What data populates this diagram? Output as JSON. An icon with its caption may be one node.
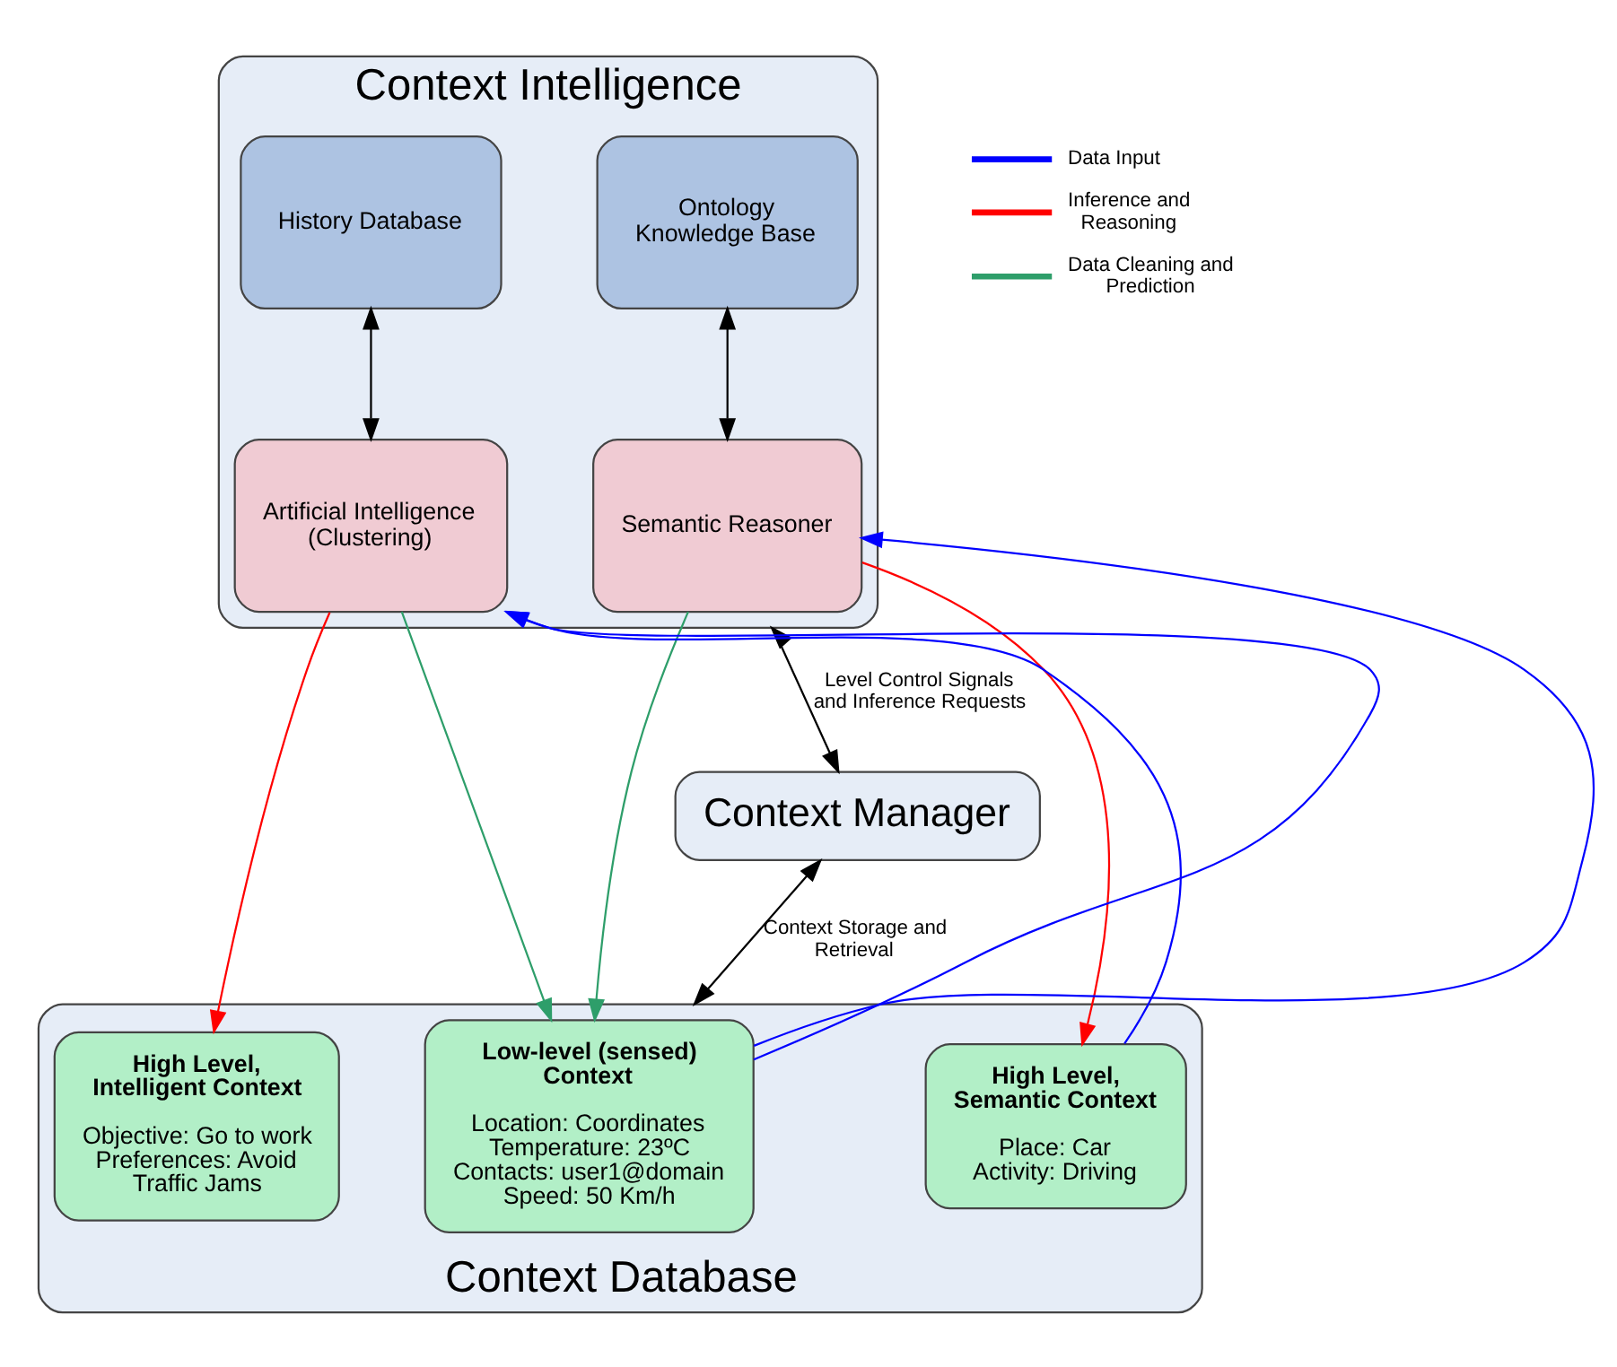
{
  "diagram": {
    "nodes": [
      {
        "text": [
          "Context Intelligence"
        ]
      },
      {
        "text": [
          "History Database"
        ],
        "in": 0
      },
      {
        "text": [
          "Ontology Knowledge Base"
        ],
        "in": 0
      },
      {
        "text": [
          "Artificial Intelligence (Clustering)"
        ],
        "in": 0
      },
      {
        "text": [
          "Semantic Reasoner"
        ],
        "in": 0
      },
      {
        "text": [
          "Context Manager"
        ]
      },
      {
        "text": [
          "Context Database"
        ]
      },
      {
        "text": [
          "High Level, Intelligent Context",
          "Objective: Go to work Preferences: Avoid Traffic Jams"
        ],
        "in": 6
      },
      {
        "text": [
          "High Level, Semantic Context",
          "Place: Car Activity: Driving"
        ],
        "in": 6
      },
      {
        "text": [
          "Low-level (sensed) Context",
          "Location: Coordinates Temperature: 23ºC Contacts: user1@domain Speed: 50 Km/h"
        ],
        "in": 6
      }
    ],
    "edges": [
      {
        "from": 1,
        "to": 3,
        "arrow": "both"
      },
      {
        "from": 2,
        "to": 4,
        "arrow": "both"
      },
      {
        "from": 3,
        "to": 7,
        "arrow": "to",
        "color": "#ff0000"
      },
      {
        "from": 4,
        "to": 8,
        "arrow": "to",
        "color": "#ff0000"
      },
      {
        "from": 8,
        "to": 3,
        "arrow": "to",
        "color": "#0000ff"
      },
      {
        "from": 9,
        "to": 3,
        "arrow": "to",
        "color": "#0000ff"
      },
      {
        "from": 9,
        "to": 4,
        "arrow": "to",
        "color": "#0000ff"
      },
      {
        "from": 3,
        "to": 9,
        "arrow": "to",
        "color": "#2e9e6a"
      },
      {
        "from": 4,
        "to": 9,
        "arrow": "to",
        "color": "#2e9e6a"
      },
      {
        "from": 0,
        "to": 5,
        "arrow": "both",
        "label": "Level Control Signals and Inference Requests"
      },
      {
        "from": 5,
        "to": 6,
        "arrow": "both",
        "label": "Context Storage and Retrieval"
      }
    ],
    "legend": [
      {
        "text": "Data Input",
        "color": "#0000ff"
      },
      {
        "text": "Inference and Reasoning",
        "color": "#ff0000"
      },
      {
        "text": "Data Cleaning and Prediction",
        "color": "#2e9e6a"
      }
    ]
  }
}
